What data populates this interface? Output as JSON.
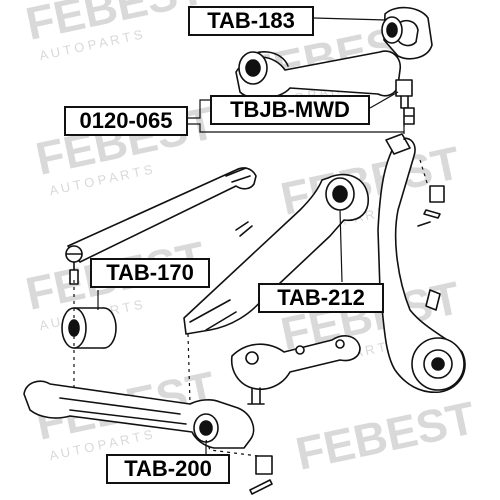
{
  "watermark": {
    "brand": "FEBEST",
    "subtitle": "A U T O   P A R T S",
    "color": "#d9d9d9"
  },
  "callouts": {
    "tab183": "TAB-183",
    "tbjb": "TBJB-MWD",
    "p0120": "0120-065",
    "tab170": "TAB-170",
    "tab212": "TAB-212",
    "tab200": "TAB-200"
  },
  "colors": {
    "ink": "#000000",
    "box": "#ffffff"
  }
}
